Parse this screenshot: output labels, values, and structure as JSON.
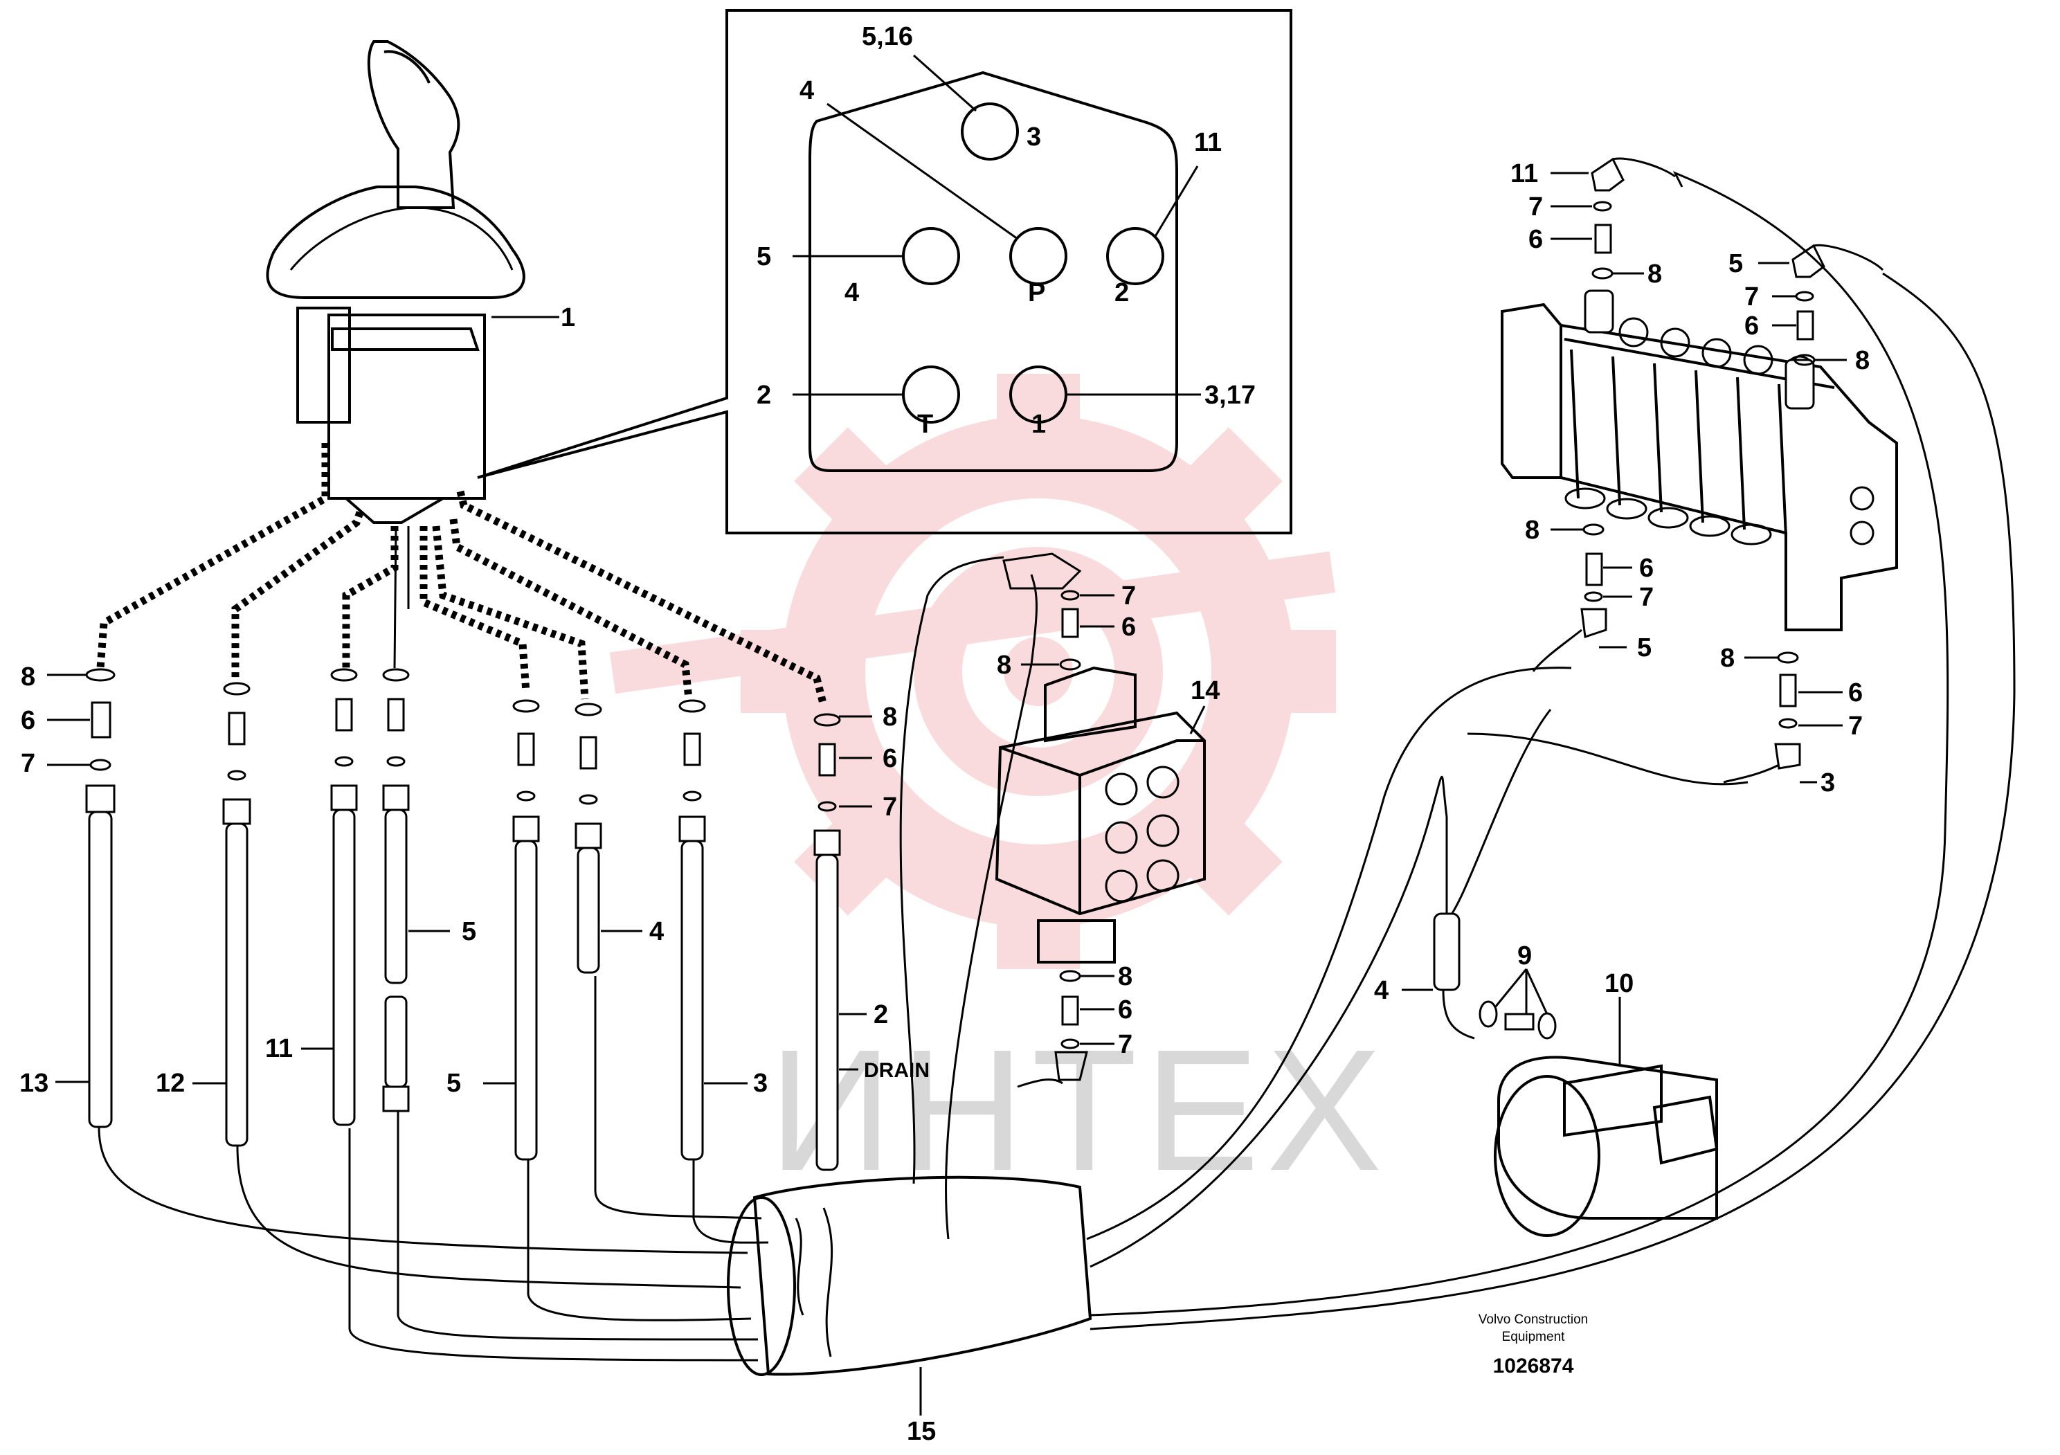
{
  "inset": {
    "callouts": [
      "5,16",
      "4",
      "11",
      "5",
      "2",
      "3,17"
    ],
    "port_labels": [
      "3",
      "4",
      "P",
      "2",
      "T",
      "1"
    ]
  },
  "joystick": {
    "callout": "1"
  },
  "hose_callouts": [
    "13",
    "12",
    "11",
    "5",
    "4",
    "5",
    "3",
    "2"
  ],
  "drain_label": "DRAIN",
  "fitting_callouts": {
    "oring": "8",
    "nipple": "6",
    "seal": "7"
  },
  "valve14": {
    "callout": "14",
    "upper": [
      "7",
      "6",
      "8"
    ],
    "lower": [
      "8",
      "6",
      "7"
    ]
  },
  "main_valve": {
    "top_left": [
      "11",
      "7",
      "6",
      "8"
    ],
    "top_right": [
      "5",
      "7",
      "6",
      "8"
    ],
    "bottom_left": [
      "8",
      "6",
      "7",
      "5"
    ],
    "bottom_right": [
      "8",
      "6",
      "7",
      "3"
    ]
  },
  "solenoid": {
    "callouts": [
      "4",
      "9",
      "10"
    ]
  },
  "sleeve": {
    "callout": "15"
  },
  "footer": {
    "company": "Volvo Construction",
    "company2": "Equipment",
    "drawing_number": "1026874"
  },
  "watermark": {
    "text": "ИНТЕХ",
    "color": "#e6323c"
  }
}
